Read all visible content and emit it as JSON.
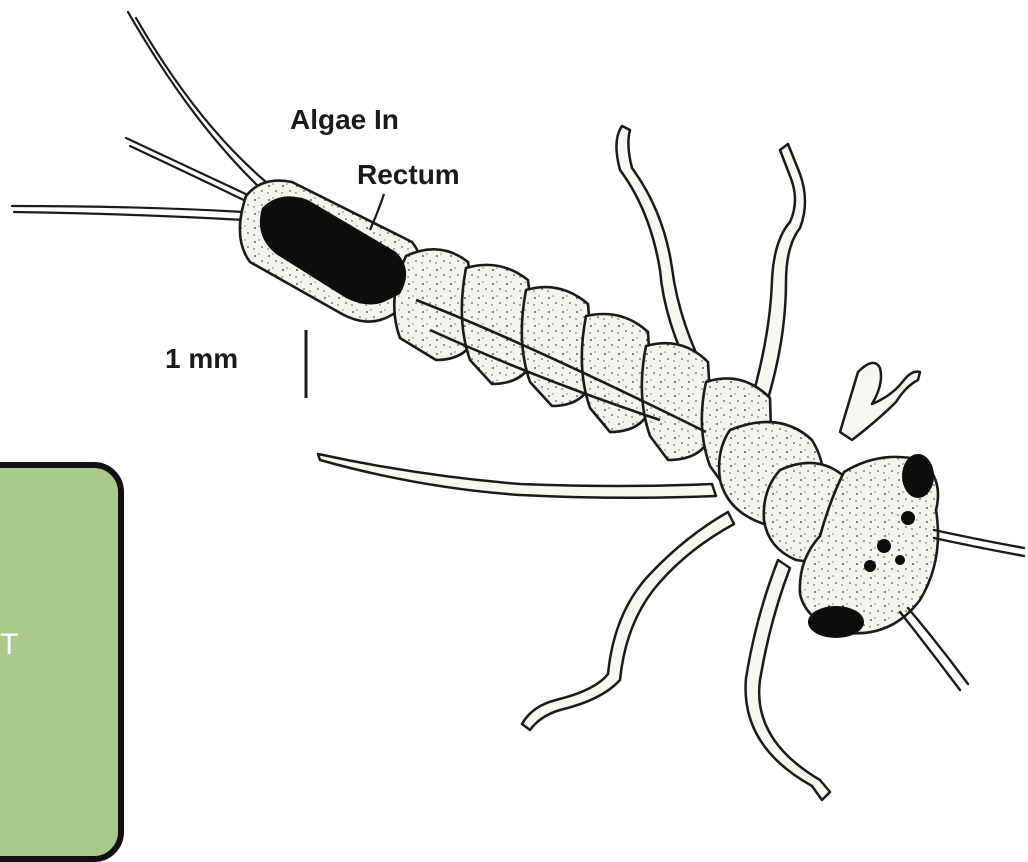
{
  "diagram": {
    "callout_line1": "Algae In",
    "callout_line2": "Rectum",
    "scale_label": "1 mm"
  },
  "panel": {
    "visible_text": "T",
    "color": "#a8c98a",
    "border_color": "#111111"
  },
  "colors": {
    "ink": "#1a1a1a",
    "body_fill": "#f4f3ee",
    "algae": "#0d0d0d"
  }
}
